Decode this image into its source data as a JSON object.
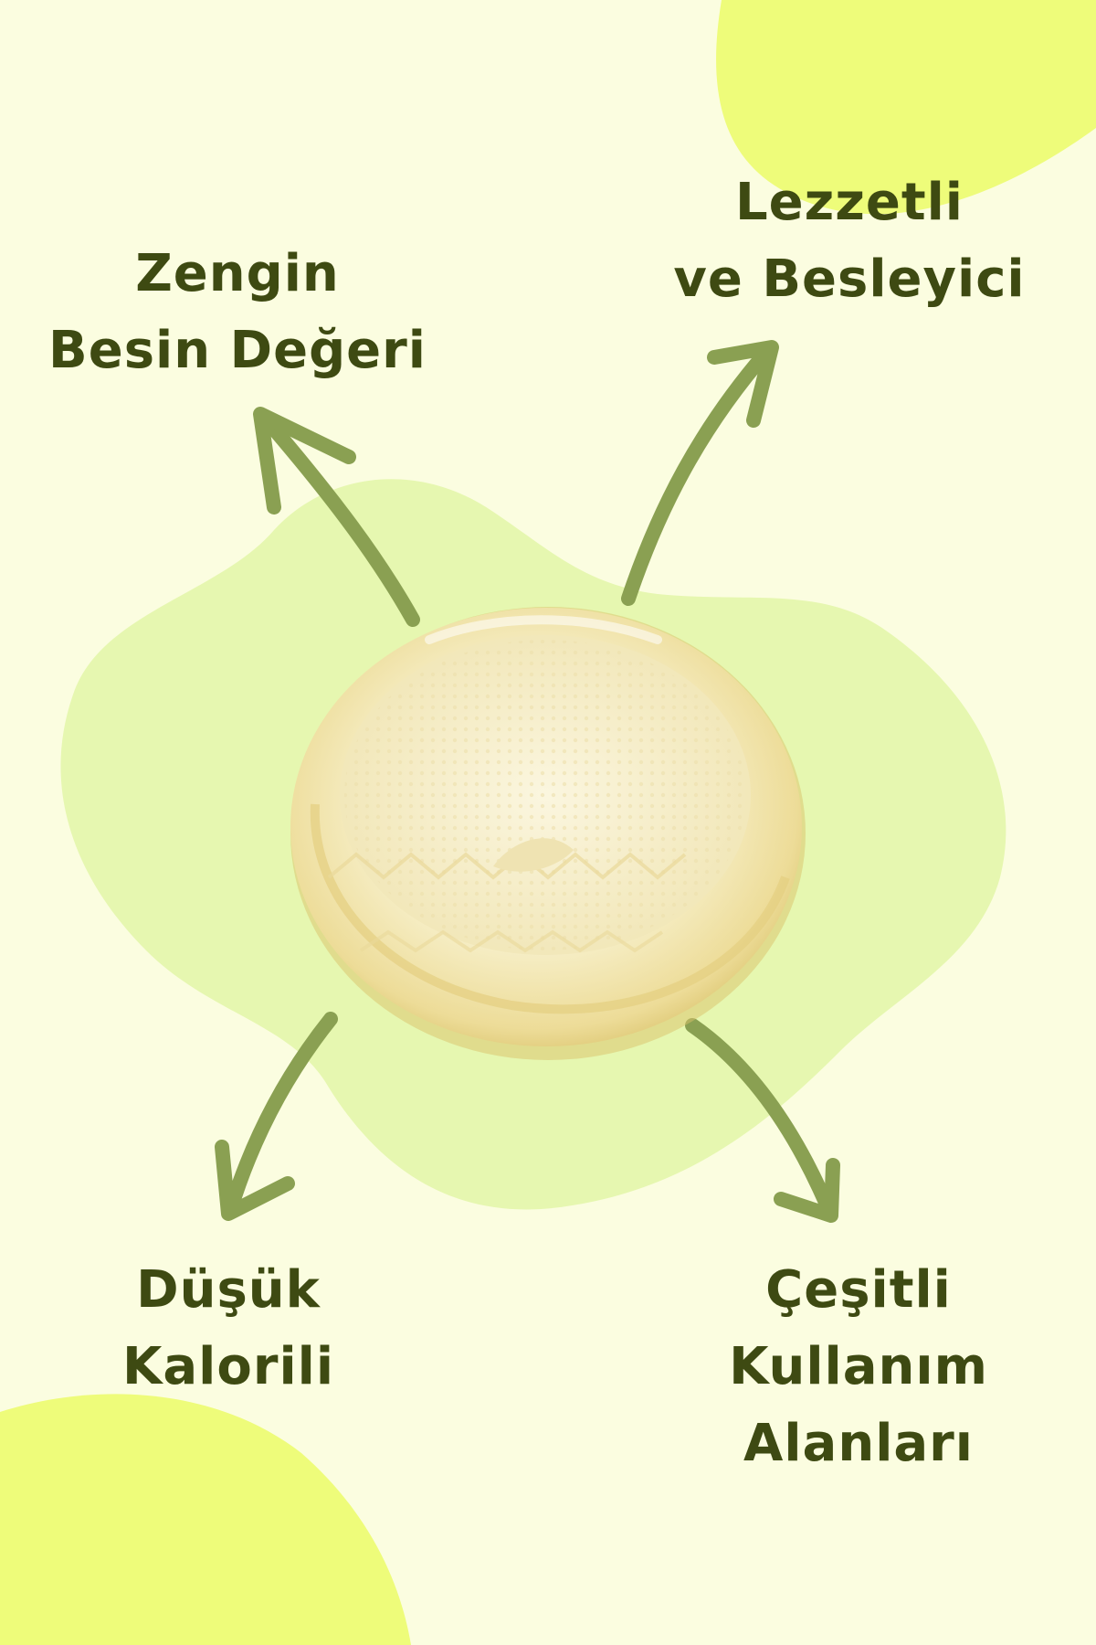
{
  "features": {
    "top_left": {
      "line1": "Zengin",
      "line2": "Besin Değeri"
    },
    "top_right": {
      "line1": "Lezzetli",
      "line2": "ve Besleyici"
    },
    "bottom_left": {
      "line1": "Düşük",
      "line2": "Kalorili"
    },
    "bottom_right": {
      "line1": "Çeşitli",
      "line2": "Kullanım",
      "line3": "Alanları"
    }
  },
  "colors": {
    "background": "#fbfde0",
    "corner_blob": "#eefc7a",
    "center_blob": "#e6f7b0",
    "arrow": "#8aa052",
    "text": "#3e4a12",
    "cheese_main": "#f7f0c8",
    "cheese_rim": "#e9d789"
  },
  "product_image": "round-cheese-photo"
}
